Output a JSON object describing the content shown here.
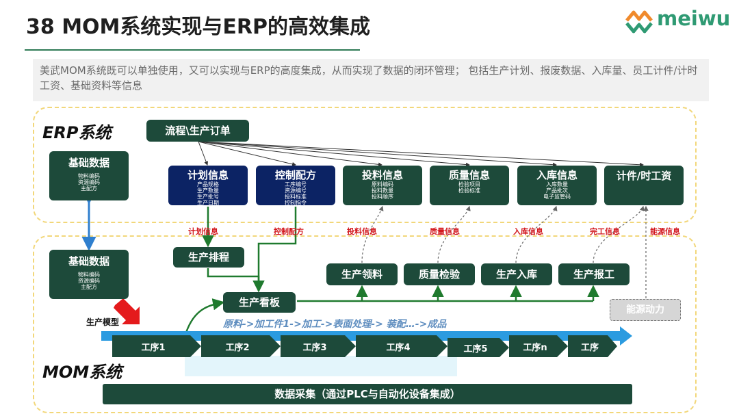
{
  "header": {
    "title": "38 MOM系统实现与ERP的高效集成",
    "logo_text": "meiwu"
  },
  "intro": "美武MOM系统既可以单独使用，又可以实现与ERP的高度集成，从而实现了数据的闭环管理； 包括生产计划、报废数据、入库量、员工计件/计时工资、基础资料等信息",
  "erp": {
    "label": "ERP系统",
    "order": "流程\\生产订单",
    "base": {
      "title": "基础数据",
      "sub": [
        "物料编码",
        "资源编码",
        "主配方"
      ]
    },
    "modules": [
      {
        "title": "计划信息",
        "sub": [
          "产品规格",
          "生产数量",
          "生产批号",
          "生产日期"
        ]
      },
      {
        "title": "控制配方",
        "sub": [
          "工序编号",
          "资源编号",
          "投料标准",
          "控制指令"
        ]
      },
      {
        "title": "投料信息",
        "sub": [
          "原料编码",
          "投料数量",
          "投料顺序"
        ]
      },
      {
        "title": "质量信息",
        "sub": [
          "检验项目",
          "检验标准"
        ]
      },
      {
        "title": "入库信息",
        "sub": [
          "入库数量",
          "产品批次",
          "电子监管码"
        ]
      },
      {
        "title": "计件/时工资",
        "sub": []
      }
    ]
  },
  "links": [
    "计划信息",
    "控制配方",
    "投料信息",
    "质量信息",
    "入库信息",
    "完工信息",
    "能源信息"
  ],
  "mom": {
    "label": "MOM系统",
    "base": {
      "title": "基础数据",
      "sub": [
        "物料编码",
        "资源编码",
        "主配方"
      ]
    },
    "schedule": "生产排程",
    "board": "生产看板",
    "tasks": [
      "生产领料",
      "质量检验",
      "生产入库",
      "生产报工"
    ],
    "energy": "能源动力",
    "model": "生产模型",
    "flow": "原料->加工件1->加工->表面处理-> 装配…->成品",
    "steps": [
      "工序1",
      "工序2",
      "工序3",
      "工序4",
      "工序5",
      "工序n",
      "工序"
    ],
    "collect": "数据采集（通过PLC与自动化设备集成）"
  },
  "colors": {
    "dark_green": "#1d4a3a",
    "navy": "#0c2364",
    "green_line": "#1f7a2e",
    "red": "#d2161c",
    "blue_arrow": "#2b9be0",
    "region_border": "#f2d77a"
  }
}
